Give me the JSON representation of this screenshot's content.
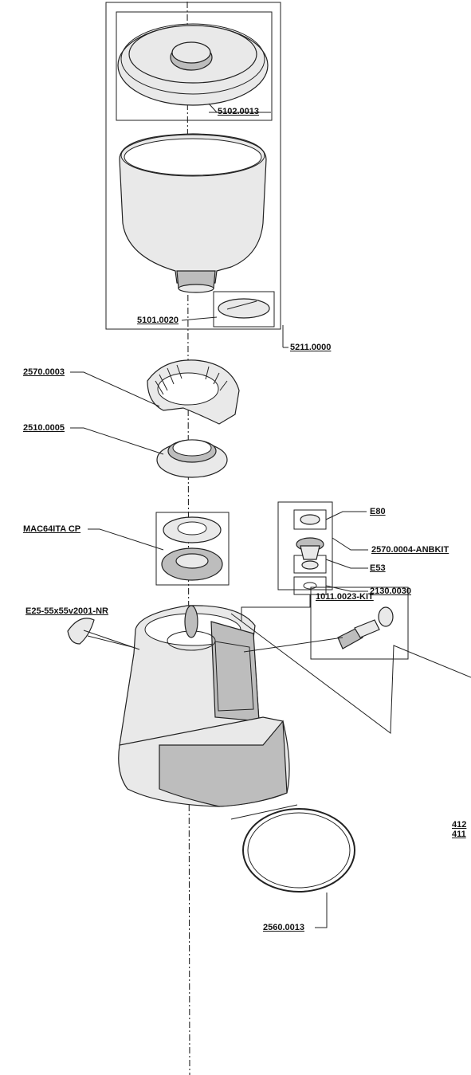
{
  "labels": {
    "p5102": "5102.0013",
    "p5101": "5101.0020",
    "p5211": "5211.0000",
    "p2570_0003": "2570.0003",
    "p2510": "2510.0005",
    "pMAC": "MAC64ITA CP",
    "pE80": "E80",
    "p2570_anb": "2570.0004-ANBKIT",
    "pE53": "E53",
    "p2130": "2130.0030",
    "pE25": "E25-55x55v2001-NR",
    "p1011": "1011.0023-KIT",
    "p412": "412",
    "p411": "411",
    "p2560": "2560.0013"
  }
}
